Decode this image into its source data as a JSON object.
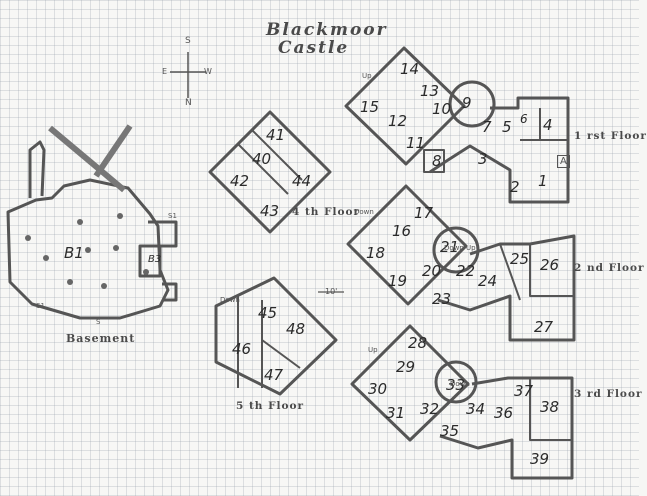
{
  "title": {
    "line1": "Blackmoor",
    "line2": "Castle"
  },
  "compass": {
    "s": "S",
    "n": "N",
    "e": "E",
    "w": "W"
  },
  "floors": {
    "basement": "Basement",
    "first": "1 rst Floor",
    "second": "2 nd Floor",
    "third": "3 rd Floor",
    "fourth": "4 th Floor",
    "fifth": "5 th Floor"
  },
  "basement_rooms": [
    "B1",
    "B3"
  ],
  "rooms_first": [
    "1",
    "2",
    "3",
    "4",
    "5",
    "6",
    "7",
    "8",
    "9",
    "10",
    "11",
    "12",
    "13",
    "14",
    "15"
  ],
  "rooms_second": [
    "16",
    "17",
    "18",
    "19",
    "20",
    "21",
    "22",
    "23",
    "24",
    "25",
    "26",
    "27"
  ],
  "rooms_third": [
    "28",
    "29",
    "30",
    "31",
    "32",
    "33",
    "34",
    "35",
    "36",
    "37",
    "38",
    "39"
  ],
  "rooms_fourth": [
    "40",
    "41",
    "42",
    "43",
    "44"
  ],
  "rooms_fifth": [
    "45",
    "46",
    "47",
    "48"
  ],
  "markers": {
    "up": "Up",
    "down": "Down",
    "down_up": "Down Up",
    "a": "A",
    "scale": "10'",
    "s1": "S1",
    "s": "S"
  }
}
